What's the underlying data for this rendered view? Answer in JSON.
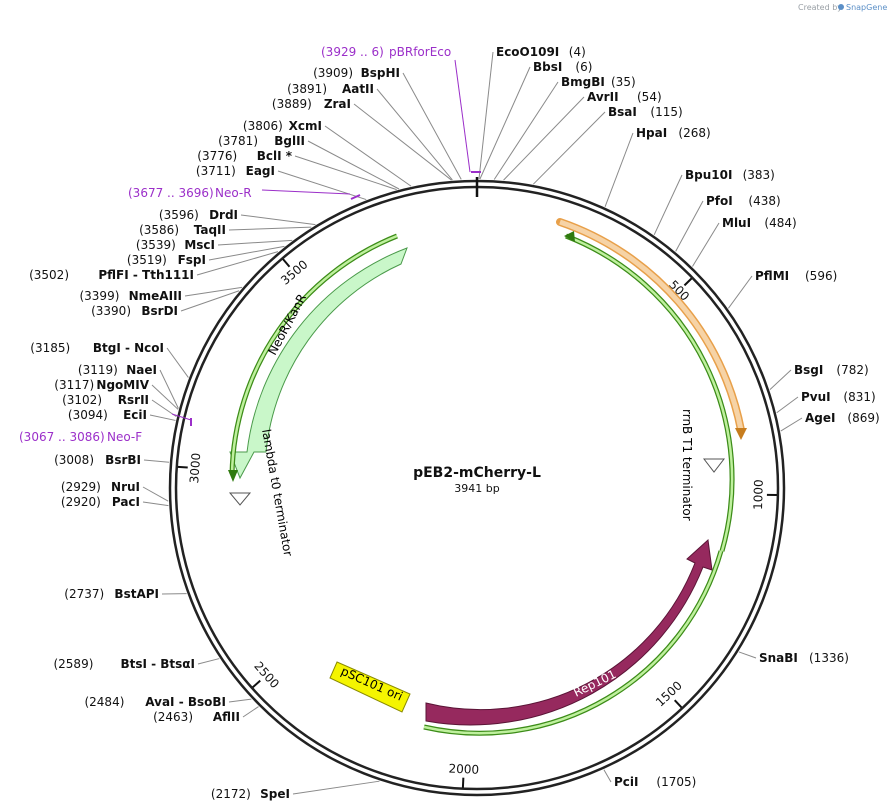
{
  "plasmid": {
    "name": "pEB2-mCherry-L",
    "length_label": "3941 bp",
    "length": 3941
  },
  "credit": {
    "created_by": "Created by",
    "brand": "SnapGene"
  },
  "tick_labels": [
    "500",
    "1000",
    "1500",
    "2000",
    "2500",
    "3000",
    "3500"
  ],
  "ticks": [
    500,
    1000,
    1500,
    2000,
    2500,
    3000,
    3500
  ],
  "enzymes": [
    {
      "name": "EcoO109I",
      "pos": "(4)",
      "site": 4
    },
    {
      "name": "BbsI",
      "pos": "(6)",
      "site": 6
    },
    {
      "name": "BmgBI",
      "pos": "(35)",
      "site": 35
    },
    {
      "name": "AvrII",
      "pos": "(54)",
      "site": 54
    },
    {
      "name": "BsaI",
      "pos": "(115)",
      "site": 115
    },
    {
      "name": "HpaI",
      "pos": "(268)",
      "site": 268
    },
    {
      "name": "Bpu10I",
      "pos": "(383)",
      "site": 383
    },
    {
      "name": "PfoI",
      "pos": "(438)",
      "site": 438
    },
    {
      "name": "MluI",
      "pos": "(484)",
      "site": 484
    },
    {
      "name": "PflMI",
      "pos": "(596)",
      "site": 596
    },
    {
      "name": "BsgI",
      "pos": "(782)",
      "site": 782
    },
    {
      "name": "PvuI",
      "pos": "(831)",
      "site": 831
    },
    {
      "name": "AgeI",
      "pos": "(869)",
      "site": 869
    },
    {
      "name": "SnaBI",
      "pos": "(1336)",
      "site": 1336
    },
    {
      "name": "PciI",
      "pos": "(1705)",
      "site": 1705
    },
    {
      "name": "SpeI",
      "pos": "(2172)",
      "site": 2172
    },
    {
      "name": "AflII",
      "pos": "(2463)",
      "site": 2463
    },
    {
      "name": "AvaI - BsoBI",
      "pos": "(2484)",
      "site": 2484
    },
    {
      "name": "BtsI - BtsαI",
      "pos": "(2589)",
      "site": 2589
    },
    {
      "name": "BstAPI",
      "pos": "(2737)",
      "site": 2737
    },
    {
      "name": "PacI",
      "pos": "(2920)",
      "site": 2920
    },
    {
      "name": "NruI",
      "pos": "(2929)",
      "site": 2929
    },
    {
      "name": "BsrBI",
      "pos": "(3008)",
      "site": 3008
    },
    {
      "name": "EciI",
      "pos": "(3094)",
      "site": 3094
    },
    {
      "name": "RsrII",
      "pos": "(3102)",
      "site": 3102
    },
    {
      "name": "NgoMIV",
      "pos": "(3117)",
      "site": 3117
    },
    {
      "name": "NaeI",
      "pos": "(3119)",
      "site": 3119
    },
    {
      "name": "BtgI - NcoI",
      "pos": "(3185)",
      "site": 3185
    },
    {
      "name": "BsrDI",
      "pos": "(3390)",
      "site": 3390
    },
    {
      "name": "NmeAIII",
      "pos": "(3399)",
      "site": 3399
    },
    {
      "name": "PflFI - Tth111I",
      "pos": "(3502)",
      "site": 3502
    },
    {
      "name": "FspI",
      "pos": "(3519)",
      "site": 3519
    },
    {
      "name": "MscI",
      "pos": "(3539)",
      "site": 3539
    },
    {
      "name": "TaqII",
      "pos": "(3586)",
      "site": 3586
    },
    {
      "name": "DrdI",
      "pos": "(3596)",
      "site": 3596
    },
    {
      "name": "EagI",
      "pos": "(3711)",
      "site": 3711
    },
    {
      "name": "BclI *",
      "pos": "(3776)",
      "site": 3776
    },
    {
      "name": "BglII",
      "pos": "(3781)",
      "site": 3781
    },
    {
      "name": "XcmI",
      "pos": "(3806)",
      "site": 3806
    },
    {
      "name": "ZraI",
      "pos": "(3889)",
      "site": 3889
    },
    {
      "name": "AatII",
      "pos": "(3891)",
      "site": 3891
    },
    {
      "name": "BspHI",
      "pos": "(3909)",
      "site": 3909
    }
  ],
  "primers": [
    {
      "name": "pBRforEco",
      "range": "(3929 .. 6)",
      "start": 3929,
      "end": 6
    },
    {
      "name": "Neo-R",
      "range": "(3677 .. 3696)",
      "start": 3677,
      "end": 3696
    },
    {
      "name": "Neo-F",
      "range": "(3067 .. 3086)",
      "start": 3067,
      "end": 3086
    }
  ],
  "features": [
    {
      "name": "rrnB T1 terminator",
      "type": "terminator"
    },
    {
      "name": "Rep101",
      "type": "cds",
      "color": "#96295e"
    },
    {
      "name": "pSC101 ori",
      "type": "origin",
      "color": "#f5f500"
    },
    {
      "name": "NeoR/KanR",
      "type": "cds",
      "color": "#c8f7c8"
    },
    {
      "name": "lambda t0 terminator",
      "type": "terminator"
    }
  ],
  "colors": {
    "primer": "#9b2fc9",
    "backbone": "#222222",
    "orange_arc": "#f2c28c",
    "green_arc": "#9fe07a"
  }
}
